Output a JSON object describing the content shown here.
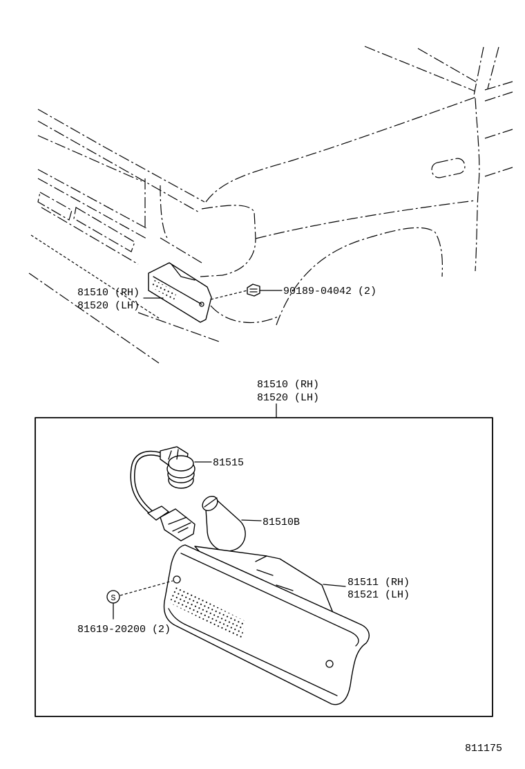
{
  "labels": {
    "top_part_rh": "81510 (RH)",
    "top_part_lh": "81520 (LH)",
    "top_clip": "90189-04042 (2)",
    "box_part_rh": "81510 (RH)",
    "box_part_lh": "81520 (LH)",
    "socket": "81515",
    "bulb": "81510B",
    "lens_rh": "81511 (RH)",
    "lens_lh": "81521 (LH)",
    "screw_symbol": "S",
    "screw": "81619-20200 (2)",
    "diagram_number": "811175"
  }
}
